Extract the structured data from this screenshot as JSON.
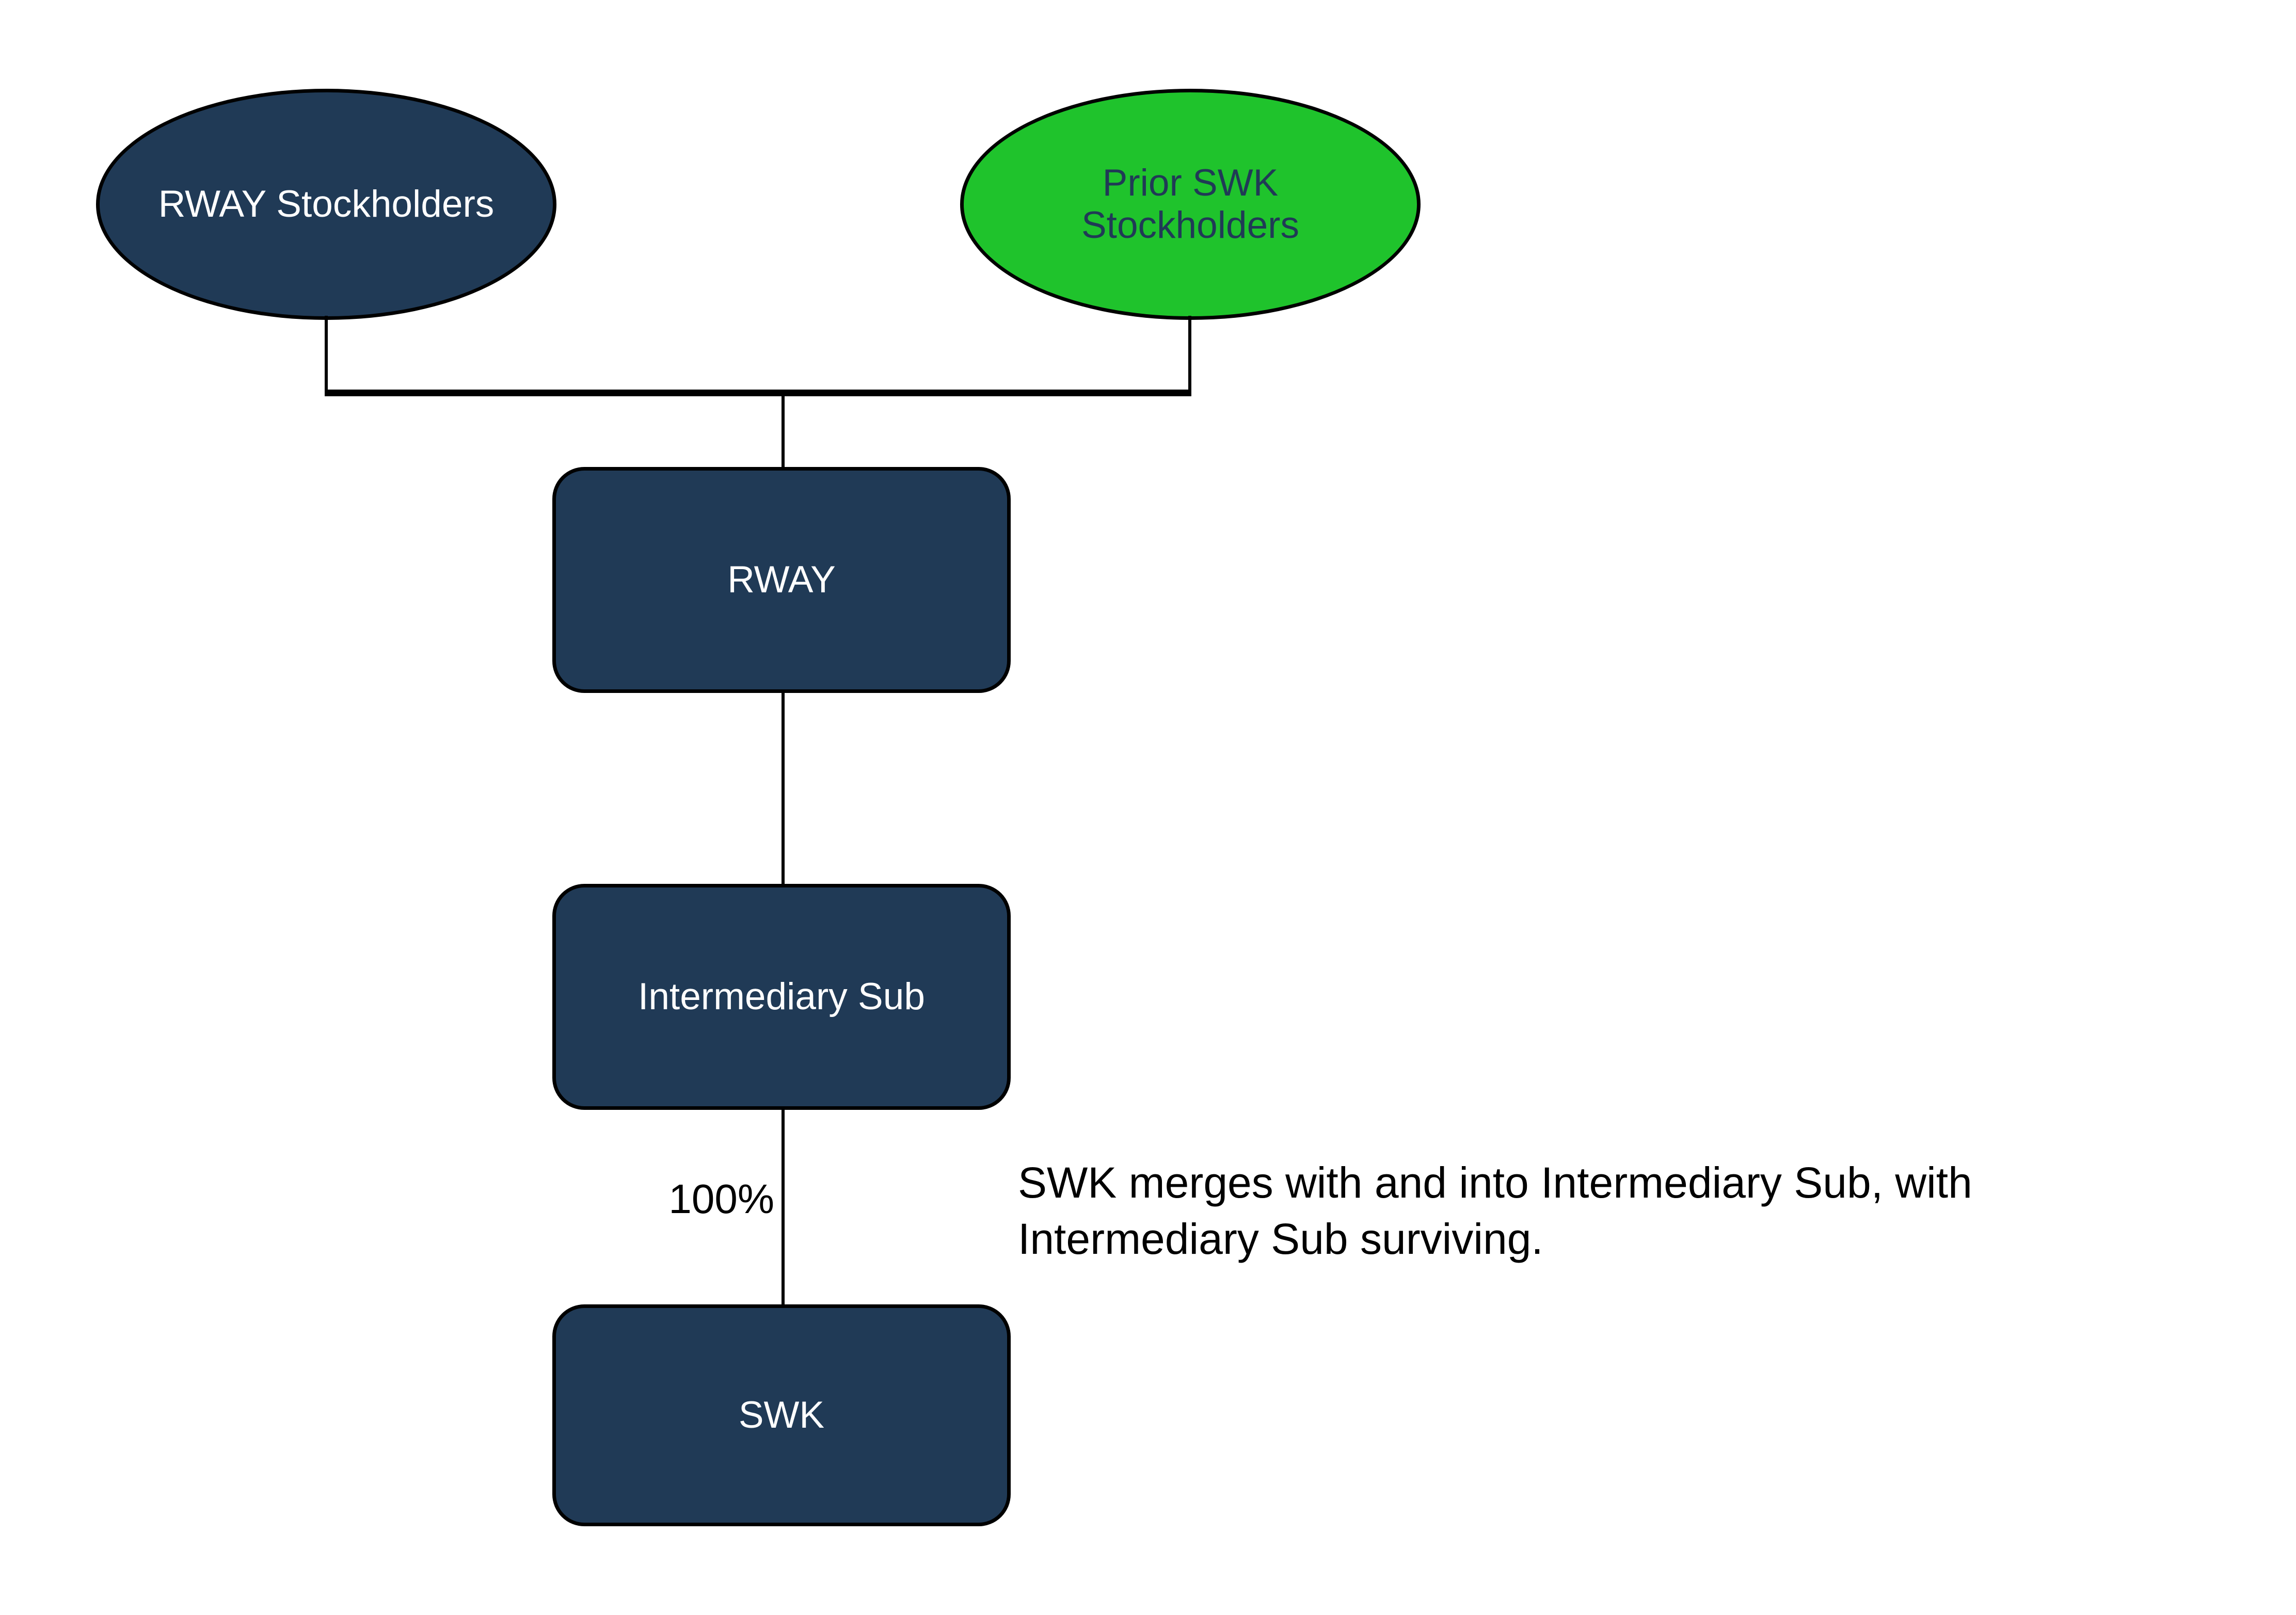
{
  "diagram": {
    "nodes": {
      "rway_stockholders": {
        "label": "RWAY Stockholders",
        "shape": "ellipse",
        "fill": "navy"
      },
      "prior_swk_stockholders": {
        "label": "Prior SWK Stockholders",
        "shape": "ellipse",
        "fill": "green"
      },
      "rway": {
        "label": "RWAY",
        "shape": "rounded-rectangle",
        "fill": "navy"
      },
      "intermediary_sub": {
        "label": "Intermediary Sub",
        "shape": "rounded-rectangle",
        "fill": "navy"
      },
      "swk": {
        "label": "SWK",
        "shape": "rounded-rectangle",
        "fill": "navy"
      }
    },
    "edges": {
      "intermediary_to_swk_label": "100%"
    },
    "annotation": {
      "line1": "SWK merges with and into Intermediary Sub, with",
      "line2": "Intermediary Sub surviving."
    },
    "colors": {
      "navy": "#203A56",
      "green": "#1FC32C",
      "outline": "#000000",
      "text_light": "#FFFFFF",
      "background": "#FFFFFF"
    }
  }
}
